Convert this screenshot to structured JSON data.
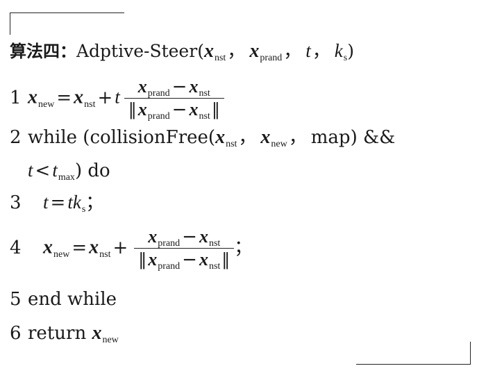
{
  "algorithm": {
    "label": "算法四：",
    "function_name": "Adptive-Steer",
    "params": [
      "x",
      "nst",
      "x",
      "prand",
      "t",
      "k",
      "s"
    ],
    "lines": {
      "l1": {
        "num": "1",
        "lhs": "x",
        "lhs_sub": "new",
        "eq": "=",
        "a": "x",
        "a_sub": "nst",
        "plus": "+",
        "t": "t"
      },
      "l2": {
        "num": "2",
        "kw_while": "while",
        "call": "collisionFree(",
        "arg3": "map",
        "and": "&&"
      },
      "l2b": {
        "t": "t",
        "lt": "<",
        "tmax": "t",
        "tmax_sub": "max",
        "kw_do": "do"
      },
      "l3": {
        "num": "3",
        "t": "t",
        "eq": "=",
        "rhs": "tk",
        "rhs_sub": "s"
      },
      "l4": {
        "num": "4",
        "lhs": "x",
        "lhs_sub": "new",
        "eq": "=",
        "a": "x",
        "a_sub": "nst",
        "plus": "+"
      },
      "l5": {
        "num": "5",
        "text": "end while"
      },
      "l6": {
        "num": "6",
        "kw": "return",
        "v": "x",
        "v_sub": "new"
      }
    },
    "fraction": {
      "num_a": "x",
      "num_a_sub": "prand",
      "minus": "−",
      "num_b": "x",
      "num_b_sub": "nst",
      "norm": "‖"
    }
  }
}
